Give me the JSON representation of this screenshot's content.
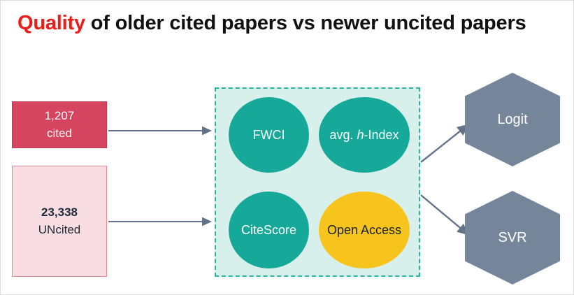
{
  "slide": {
    "title": {
      "highlight": "Quality",
      "rest": " of older cited papers vs newer uncited papers",
      "highlight_color": "#ed1c16",
      "rest_color": "#111111"
    }
  },
  "sources": [
    {
      "id": "cited",
      "count": "1,207",
      "label": "cited",
      "fill": "#d6455f",
      "text_color": "#ffffff"
    },
    {
      "id": "uncited",
      "count": "23,338",
      "label": "UNcited",
      "fill": "#f8dee2",
      "text_color": "#1e2a3a"
    }
  ],
  "feature_panel": {
    "border_color": "#2bb3a3",
    "fill": "#d8f0ec",
    "features": [
      {
        "id": "fwci",
        "label": "FWCI",
        "fill": "#16a898",
        "text_color": "#ffffff"
      },
      {
        "id": "h-index",
        "label_prefix": "avg. ",
        "label_italic": "h",
        "label_suffix": "-Index",
        "fill": "#16a898",
        "text_color": "#ffffff"
      },
      {
        "id": "citescore",
        "label": "CiteScore",
        "fill": "#16a898",
        "text_color": "#ffffff"
      },
      {
        "id": "open-access",
        "label": "Open Access",
        "fill": "#f7c31d",
        "text_color": "#16202b"
      }
    ]
  },
  "models": [
    {
      "id": "logit",
      "label": "Logit",
      "fill": "#76869a",
      "text_color": "#ffffff"
    },
    {
      "id": "svr",
      "label": "SVR",
      "fill": "#76869a",
      "text_color": "#ffffff"
    }
  ],
  "connectors": {
    "color": "#63738a",
    "arrows": [
      {
        "from": "cited-box",
        "to": "feature-panel"
      },
      {
        "from": "uncited-box",
        "to": "feature-panel"
      },
      {
        "from": "feature-panel",
        "to": "logit-hexagon"
      },
      {
        "from": "feature-panel",
        "to": "svr-hexagon"
      }
    ]
  }
}
